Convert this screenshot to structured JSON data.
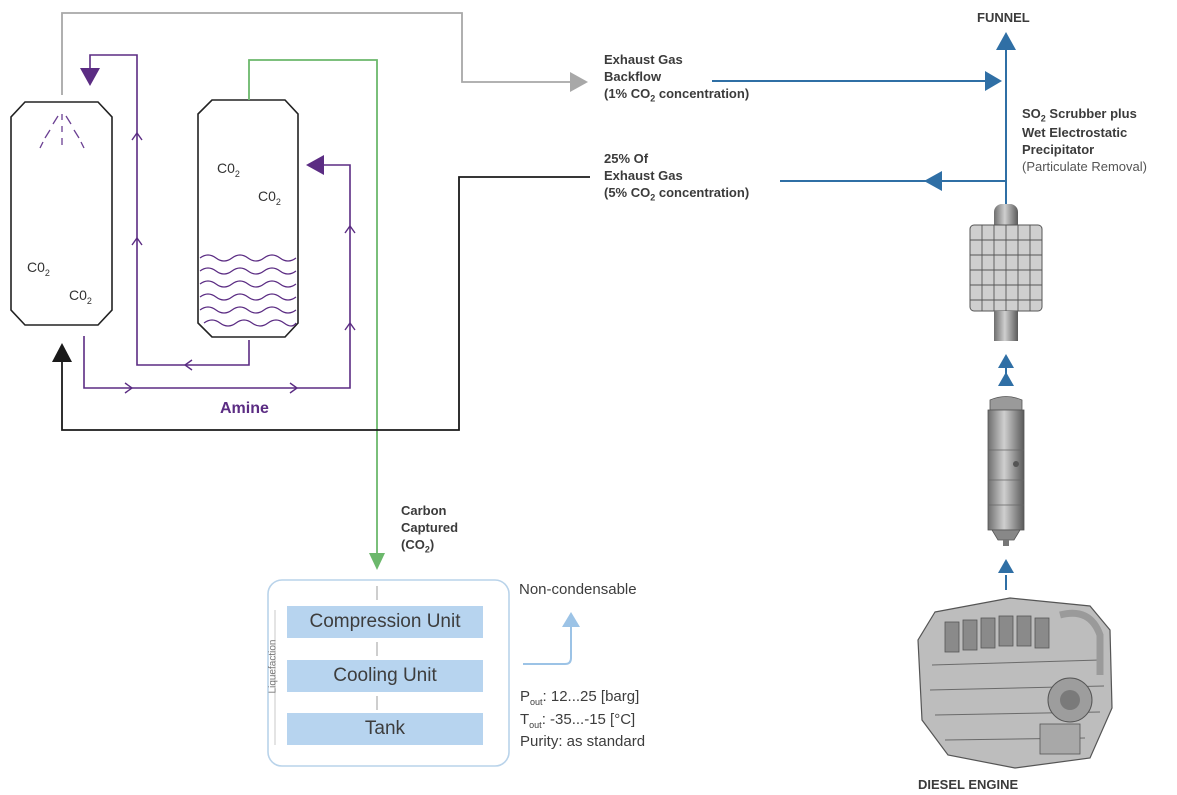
{
  "labels": {
    "funnel": "FUNNEL",
    "exhaust_backflow": [
      "Exhaust Gas",
      "Backflow",
      "(1% CO",
      "2",
      " concentration)"
    ],
    "exhaust_25": [
      "25% Of",
      "Exhaust Gas",
      "(5% CO",
      "2",
      " concentration)"
    ],
    "scrubber": [
      "SO",
      "2",
      " Scrubber plus",
      "Wet Electrostatic",
      "Precipitator",
      "(Particulate Removal)"
    ],
    "amine": "Amine",
    "carbon_captured": [
      "Carbon",
      "Captured",
      "(CO",
      "2",
      ")"
    ],
    "non_condensable": "Non-condensable",
    "liquefaction": "Liquefaction",
    "diesel_engine": "DIESEL ENGINE",
    "co2_base": "C0",
    "co2_sub": "2"
  },
  "liquefaction_units": [
    "Compression Unit",
    "Cooling Unit",
    "Tank"
  ],
  "specs": {
    "pout": {
      "symbol": "P",
      "sub": "out",
      "value": ": 12...25 [barg]"
    },
    "tout": {
      "symbol": "T",
      "sub": "out",
      "value": ": -35...-15 [°C]"
    },
    "purity": "Purity: as standard"
  },
  "colors": {
    "amine": "#5b2c83",
    "captured": "#6bb86b",
    "exhaust": "#2f6fa5",
    "backflow": "#a8a8a8",
    "gas_return": "#1a1a1a",
    "unit_fill": "#b7d4ef",
    "light_arrow": "#9cc3e6"
  },
  "icons": [
    "engine-icon",
    "scrubber-column-icon",
    "precipitator-icon",
    "spray-nozzle-icon",
    "stripper-packing-icon"
  ]
}
